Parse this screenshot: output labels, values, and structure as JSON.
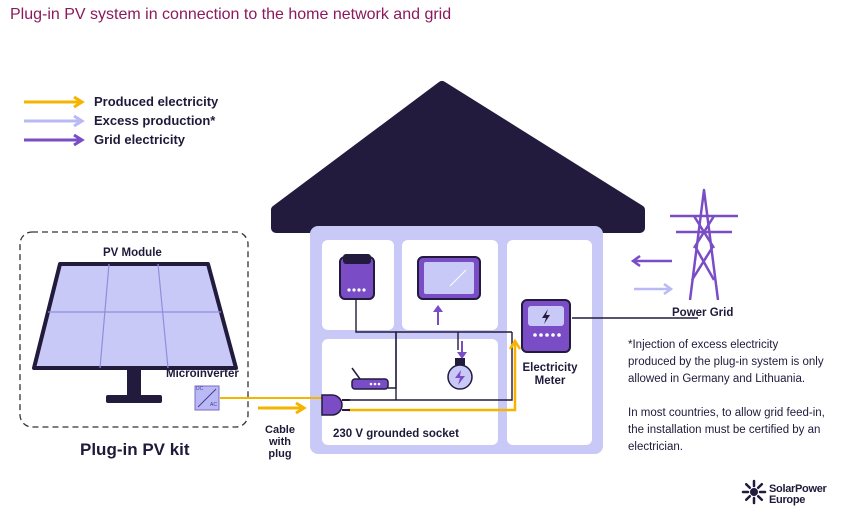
{
  "title": "Plug-in PV system in connection to the home network and grid",
  "legend": [
    {
      "label": "Produced electricity",
      "color": "#f5b400"
    },
    {
      "label": "Excess production*",
      "color": "#b9b9f5"
    },
    {
      "label": "Grid electricity",
      "color": "#7a4cc6"
    }
  ],
  "labels": {
    "pv_module": "PV Module",
    "microinverter": "Microinverter",
    "pv_kit": "Plug-in PV kit",
    "cable_line1": "Cable",
    "cable_line2": "with",
    "cable_line3": "plug",
    "socket": "230 V grounded socket",
    "meter_line1": "Electricity",
    "meter_line2": "Meter",
    "power_grid": "Power Grid",
    "inverter_dc": "DC",
    "inverter_ac": "AC"
  },
  "note": {
    "p1": "*Injection of excess electricity produced by the plug-in system is only allowed in Germany and Lithuania.",
    "p2": "In most countries, to allow grid feed-in, the installation must be certified by an electrician."
  },
  "brand": {
    "line1": "SolarPower",
    "line2": "Europe",
    "icon": "sunburst-logo-icon"
  },
  "colors": {
    "house_wall": "#c9c9f7",
    "roof": "#221b3d",
    "grid_purple": "#7a4cc6",
    "produced_yellow": "#f5b400",
    "excess_lavender": "#b9b9f5",
    "title_color": "#8b1a5c"
  }
}
